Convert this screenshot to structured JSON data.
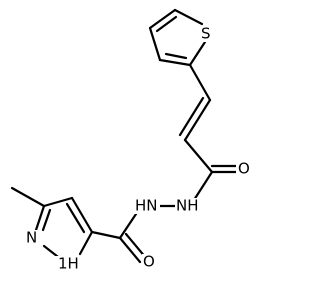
{
  "molecule": {
    "atoms": [
      {
        "id": "S1",
        "label": "S"
      },
      {
        "id": "O1",
        "label": "O"
      },
      {
        "id": "NH1",
        "label": "NH"
      },
      {
        "id": "HN2",
        "label": "HN"
      },
      {
        "id": "N1",
        "label": "N"
      },
      {
        "id": "NH3",
        "label": "1H"
      },
      {
        "id": "O2",
        "label": "O"
      }
    ]
  },
  "colors": {
    "bond": "#000000",
    "background": "#ffffff"
  }
}
